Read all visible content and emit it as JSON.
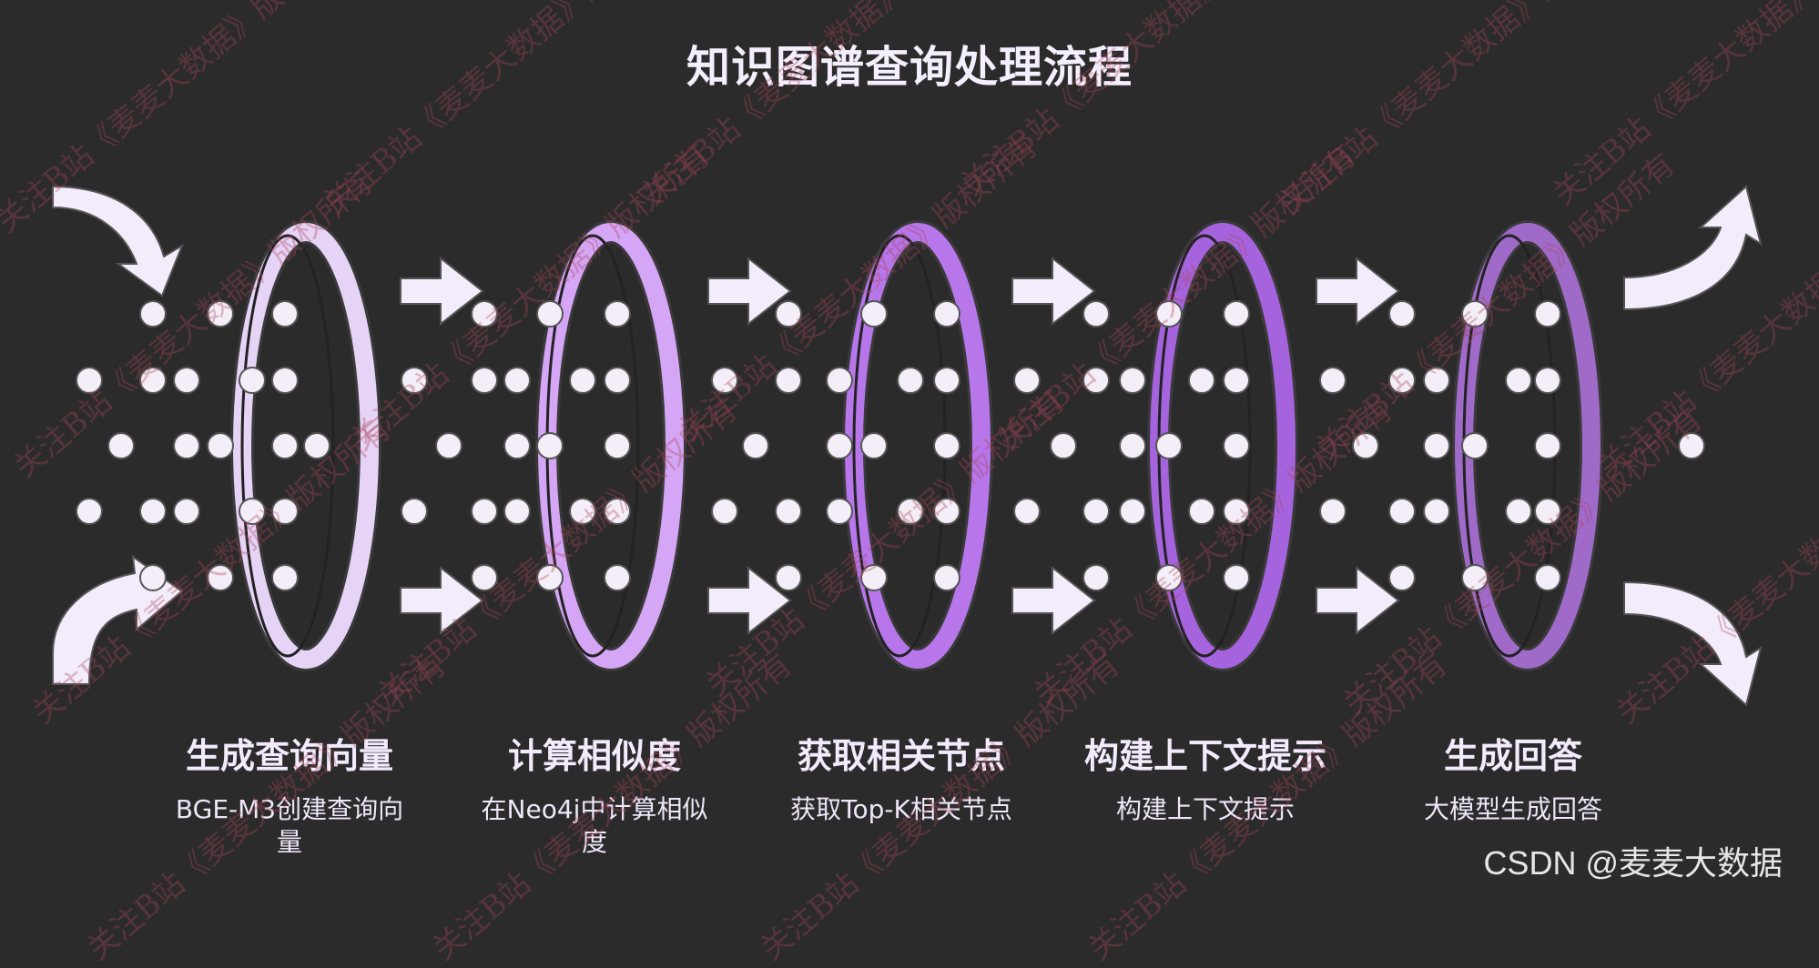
{
  "title": "知识图谱查询处理流程",
  "stages": [
    {
      "label": "生成查询向量",
      "desc": "BGE-M3创建查询向\n量",
      "color": "#e6d4f7"
    },
    {
      "label": "计算相似度",
      "desc": "在Neo4j中计算相似\n度",
      "color": "#d6a6f6"
    },
    {
      "label": "获取相关节点",
      "desc": "获取Top-K相关节点",
      "color": "#b777eb"
    },
    {
      "label": "构建上下文提示",
      "desc": "构建上下文提示",
      "color": "#a563dd"
    },
    {
      "label": "生成回答",
      "desc": "大模型生成回答",
      "color": "#9f6ac8"
    }
  ],
  "watermark": "关注B站《麦麦大数据》版权所有",
  "credit": "CSDN @麦麦大数据"
}
